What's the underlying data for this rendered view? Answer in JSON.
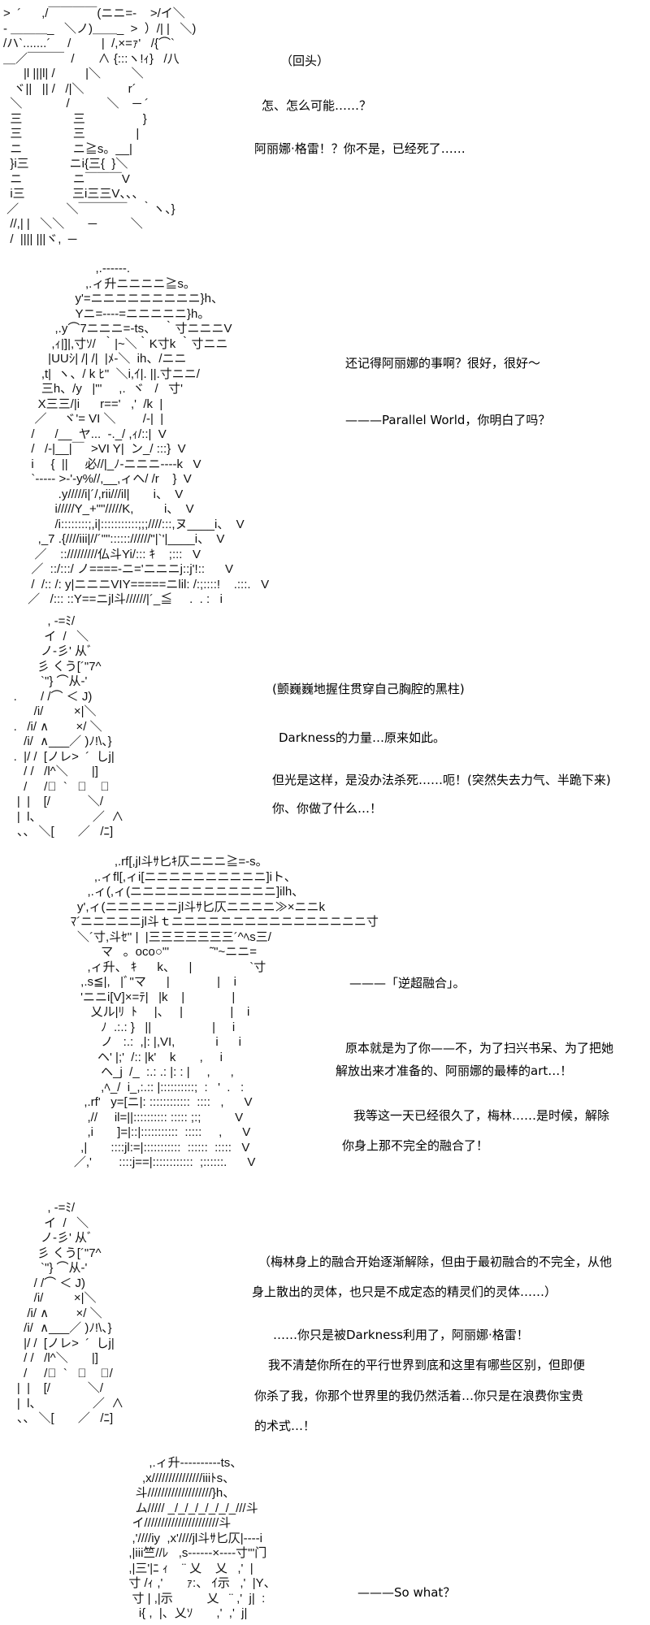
{
  "panels": [
    {
      "art": [
        ">  ´      ,/￣￣￣￣(ニニ=-    >/イ＼",
        "- ＿＿＿_   ＼ノ)＿＿_  >  ）/| |   ＼)",
        "/ハ`.......´     /         |  /,×=ｧ'   /{⌒`",
        "＿／￣￣￣  /       ∧ {:::ヽ!ｨ}   /八",
        "      |l |||l| /         |＼         ＼",
        "   ヾ||   || /   /|＼             r´",
        "  ＼             /           ＼    ─ ´",
        "  三               三                 }",
        "  三               三               |",
        "  ニ               ニ≧s。__|",
        "  }i三            ニi{三{  }＼",
        "  ニ               ニ￣￣￣V",
        "  i三              三i三三V、、、",
        " ／              ＼￣￣￣￣    ｀ヽ、}",
        "  //,| |   ＼＼       ─          ＼",
        "  /  |||| |||ヾ,  ─"
      ],
      "lines": [
        "（回头）",
        "怎、怎么可能……？",
        "阿丽娜·格雷！？你不是，已经死了……"
      ]
    },
    {
      "art": [
        "                     ,.-‐‐‐‐‐.",
        "                  ,.ィ升ニニニニ≧s。",
        "               y'=ニニニニニニニニニ}h、",
        "               Yニ=‐‐‐‐=ニニニニニ}h。",
        "         ,.y⌒7ニニニ=‐ts、  ｀寸ニニニV",
        "        ,ｨ|]|,寸ｿ/  ｀|~＼｀K寸k ｀寸ニニ",
        "       |UUｼ| /| /|  |ﾒ-＼  ih、/ニニ",
        "     ,t|  ヽ、/ k ﾋ\"  ＼i,ｲ|. ||.寸ニニ/",
        "     三h、/y   |\"'     ,.  ヾ   /   寸'",
        "    X三三/|i      r=='   ,'  /k  |",
        "   ／     ヾ'= VI ＼        /‐|  |",
        "  /      /__  ヤ...  -._/ ,ｨ/::|  V",
        "  /   /-|__|￣  >VI Y|  ン_/ :::}  V",
        "  i     {  ||     必//|_ﾉ-ニニニ‐‐‐‐k   V",
        "  `‐‐‐‐‐ >‐'‐y%//,__,ィヘ/ /r    }  V",
        "          .y/////i|´/,rii///il|       i、  V",
        "         i/////Y_+\"\"/////K,         i、  V",
        "         /i::::::::;,i|:::::::::::;;;////:::,ヌ____i、  V",
        "    ,_7 .{////iii|//´\"\":::::://////\"|`'|____i、  V",
        "   ／    :://///////仏斗Yi/::: ｷ    ;:::   V",
        "  ／  ::/:::/ ノ====-ニ='ニニニj::j'!::      V",
        "  /  /:: /: y|ニニニVIY=====ニlil: /:;::::!    .:::.   V",
        " ／   /::: ::Y==ニjl斗//////|´_≦     .  . :   i"
      ],
      "lines": [
        "还记得阿丽娜的事啊？很好，很好～",
        "———Parallel World，你明白了吗？"
      ]
    },
    {
      "art": [
        "              , -=ﾐ/",
        "             イ  /   ＼",
        "            ノ‐彡' 从ﾞ",
        "           彡 くう[´\"7^",
        "            `\"} ⌒从‐'",
        "    .       / /⌒ ＜ J)",
        "          /i/         ×|＼",
        "    .   /i/ ∧        ×/ ＼",
        "       /i/  ∧___／ )ﾉ!\\、}",
        "    .  |/ /  [ノレ>  ´  しj|",
        "       / /   /l^＼       |]",
        "       /     /ﾞ  `   、    ＼",
        "     |  |    [/           ＼/",
        "     |  l、               ／  ∧",
        "     、、 ＼[       ／   /ﾆ]"
      ],
      "lines": [
        "(颤巍巍地握住贯穿自己胸腔的黑柱)",
        "Darkness的力量…原来如此。",
        "但光是这样，是没办法杀死……呃！(突然失去力气、半跪下来)",
        "你、你做了什么…！"
      ]
    },
    {
      "art": [
        "                 ,.rf[,jl斗ｻ匕ｷ仄ニニニ≧=-s。",
        "           ,.ィfl[,ィi[ニニニニニニニニニニ]iト、",
        "         ,.ィ(,ィ(ニニニニニニニニニニニニ]ilh、",
        "      y',ィ(ニニニニニニjl斗ｻ匕仄ニニニニ≫×ニニk",
        "    ﾏ´ニニニニニjl斗ｔニニニニニニニニニニニニニニニニ寸",
        "      ＼´寸,斗ｾ'' |  |三三三三三三三´^ﾍs三/",
        "             マ   。oco○\"'            ˜\"~ニニ=",
        "         ,ィ升、 ｷ      k、    |                 `寸",
        "       ,.s≦|,   |ﾞ\"マ      |              |    i",
        "       'ニニi[V]×=ﾃ|   |k    |              |",
        "          乂ル|ﾘ  ﾄ     |、   |              |    i",
        "             ﾉ  .:.: }   ||                  |     i",
        "             ノ   :.:  ,|: |,VI,            i      i",
        "            ヘ' |;'  /:: |k'    k       ,     i",
        "             ヘ_j  /_  :.: .: |: : |     ,      ,",
        "             ,ﾍ_/  i_,:.:: |::::::::::;  :   '  .   :",
        "        ,.rf'   y=[ニ|: ::::::::::::  ::::   ,      V",
        "         ,//     il=||:::::::::: ::::: ;:;          V",
        "         ,i       ]=|::|:::::::::::  :::::     ,      V",
        "       ,|       ::::jl:=|:::::::::::  ::::::  :::::   V",
        "     ／,'        ::::j==|::::::::::::  ;::::::.      V"
      ],
      "lines": [
        "———「逆超融合」。",
        "原本就是为了你——不，为了扫兴书呆、为了把她",
        "解放出来才准备的、阿丽娜的最棒的art…！",
        "我等这一天已经很久了，梅林……是时候，解除",
        "你身上那不完全的融合了！"
      ]
    },
    {
      "art": [
        "              , -=ﾐ/",
        "             イ  /   ＼",
        "            ノ‐彡' 从ﾞ",
        "           彡 くう[´\"7^",
        "            `\"} ⌒从‐'",
        "          / /⌒ ＜ J)",
        "          /i/         ×|＼",
        "        /i/ ∧        ×/ ＼",
        "       /i/  ∧___／ )ﾉ!\\、}",
        "       |/ /  [ノレ>  ´  しj|",
        "       / /   /l^＼       |]",
        "       /     /ﾞ  `   、    ＼/",
        "     |  |    [/           ＼/",
        "     |  l、               ／  ∧",
        "     、、 ＼[       ／   /ﾆ]"
      ],
      "lines": [
        "（梅林身上的融合开始逐渐解除，但由于最初融合的不完全，从他",
        "身上散出的灵体，也只是不成定态的精灵们的灵体……）",
        "……你只是被Darkness利用了，阿丽娜·格雷！",
        "我不清楚你所在的平行世界到底和这里有哪些区别，但即便",
        "你杀了我，你那个世界里的我仍然活着…你只是在浪费你宝贵",
        "的术式…！"
      ]
    },
    {
      "art": [
        "              ,.ィ升‐‐‐‐‐‐‐‐‐‐ts、",
        "            ,x///////////////iiiﾄs、",
        "          斗///////////////////}h、",
        "          ム///// _/_/_/_/_/_/_///斗",
        "         イ//////////////////////斗",
        "         ,'////iy  ,x'////jl斗ｻ匕仄|‐‐‐‐i",
        "        ,|iii竺//ﾚ   ,s‐‐‐‐‐‐×‐‐‐‐寸\"'门",
        "        ,|三'|ﾆ ｨ    ¨ 乂    乂   ,'  |",
        "        寸 /ｨ ,'       ｧ:、 ｲ示   ,'  |Y、",
        "         寸 | ,|示          乂   ¨ ,'  j|  :",
        "           i{ ,  |、乂ｿ       ,'  ,'  j|"
      ],
      "lines": [
        "———So what？"
      ]
    }
  ]
}
